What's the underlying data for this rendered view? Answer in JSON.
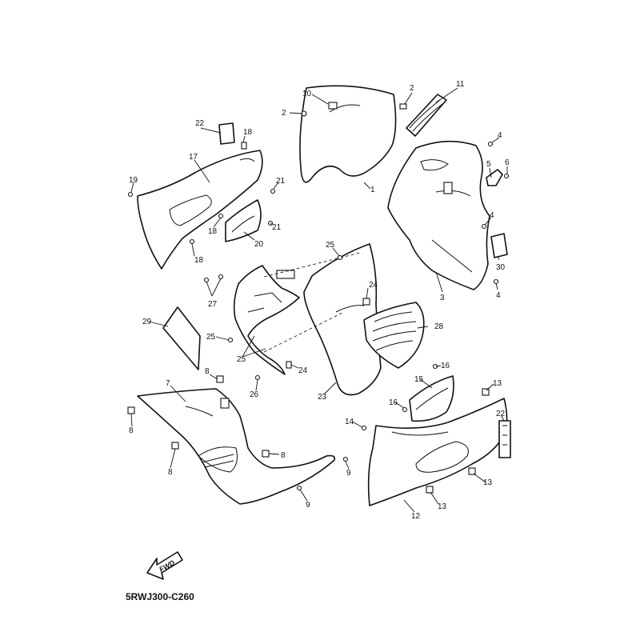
{
  "diagram_code": "5RWJ300-C260",
  "fwd_label": "FWD",
  "labels": {
    "l1": "1",
    "l2a": "2",
    "l2b": "2",
    "l3": "3",
    "l4a": "4",
    "l4b": "4",
    "l4c": "4",
    "l5": "5",
    "l6": "6",
    "l7": "7",
    "l8a": "8",
    "l8b": "8",
    "l8c": "8",
    "l8d": "8",
    "l9a": "9",
    "l9b": "9",
    "l10": "10",
    "l11": "11",
    "l12": "12",
    "l13a": "13",
    "l13b": "13",
    "l13c": "13",
    "l14": "14",
    "l15": "15",
    "l16a": "16",
    "l16b": "16",
    "l17": "17",
    "l18a": "18",
    "l18b": "18",
    "l18c": "18",
    "l19": "19",
    "l20": "20",
    "l21a": "21",
    "l21b": "21",
    "l22a": "22",
    "l22b": "22",
    "l23": "23",
    "l24a": "24",
    "l24b": "24",
    "l25a": "25",
    "l25b": "25",
    "l25c": "25",
    "l26": "26",
    "l27": "27",
    "l28": "28",
    "l29": "29",
    "l30": "30"
  }
}
